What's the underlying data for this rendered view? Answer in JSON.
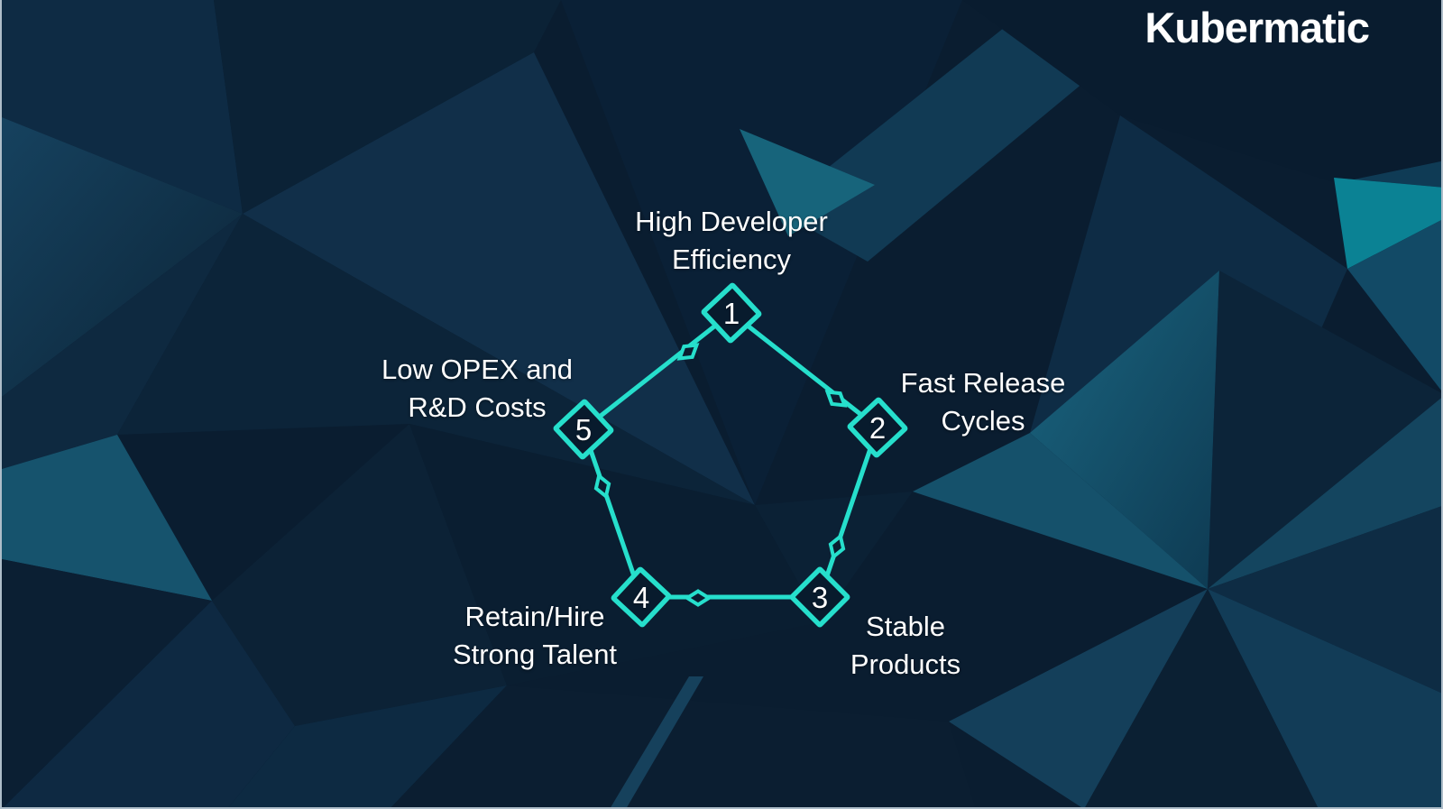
{
  "brand": {
    "logo_text": "Kubermatic"
  },
  "colors": {
    "accent_teal": "#26DFCC",
    "background_navy": "#0A1D30",
    "highlight_teal": "#0B8294",
    "text_white": "#FFFFFF"
  },
  "diagram": {
    "type": "cycle-pentagon",
    "flow_order": "1 → 2 → 3 → 4 → 5 → 1",
    "nodes": [
      {
        "number": "1",
        "label_line1": "High Developer",
        "label_line2": "Efficiency"
      },
      {
        "number": "2",
        "label_line1": "Fast Release",
        "label_line2": "Cycles"
      },
      {
        "number": "3",
        "label_line1": "Stable",
        "label_line2": "Products"
      },
      {
        "number": "4",
        "label_line1": "Retain/Hire",
        "label_line2": "Strong Talent"
      },
      {
        "number": "5",
        "label_line1": "Low OPEX and",
        "label_line2": "R&D Costs"
      }
    ]
  }
}
